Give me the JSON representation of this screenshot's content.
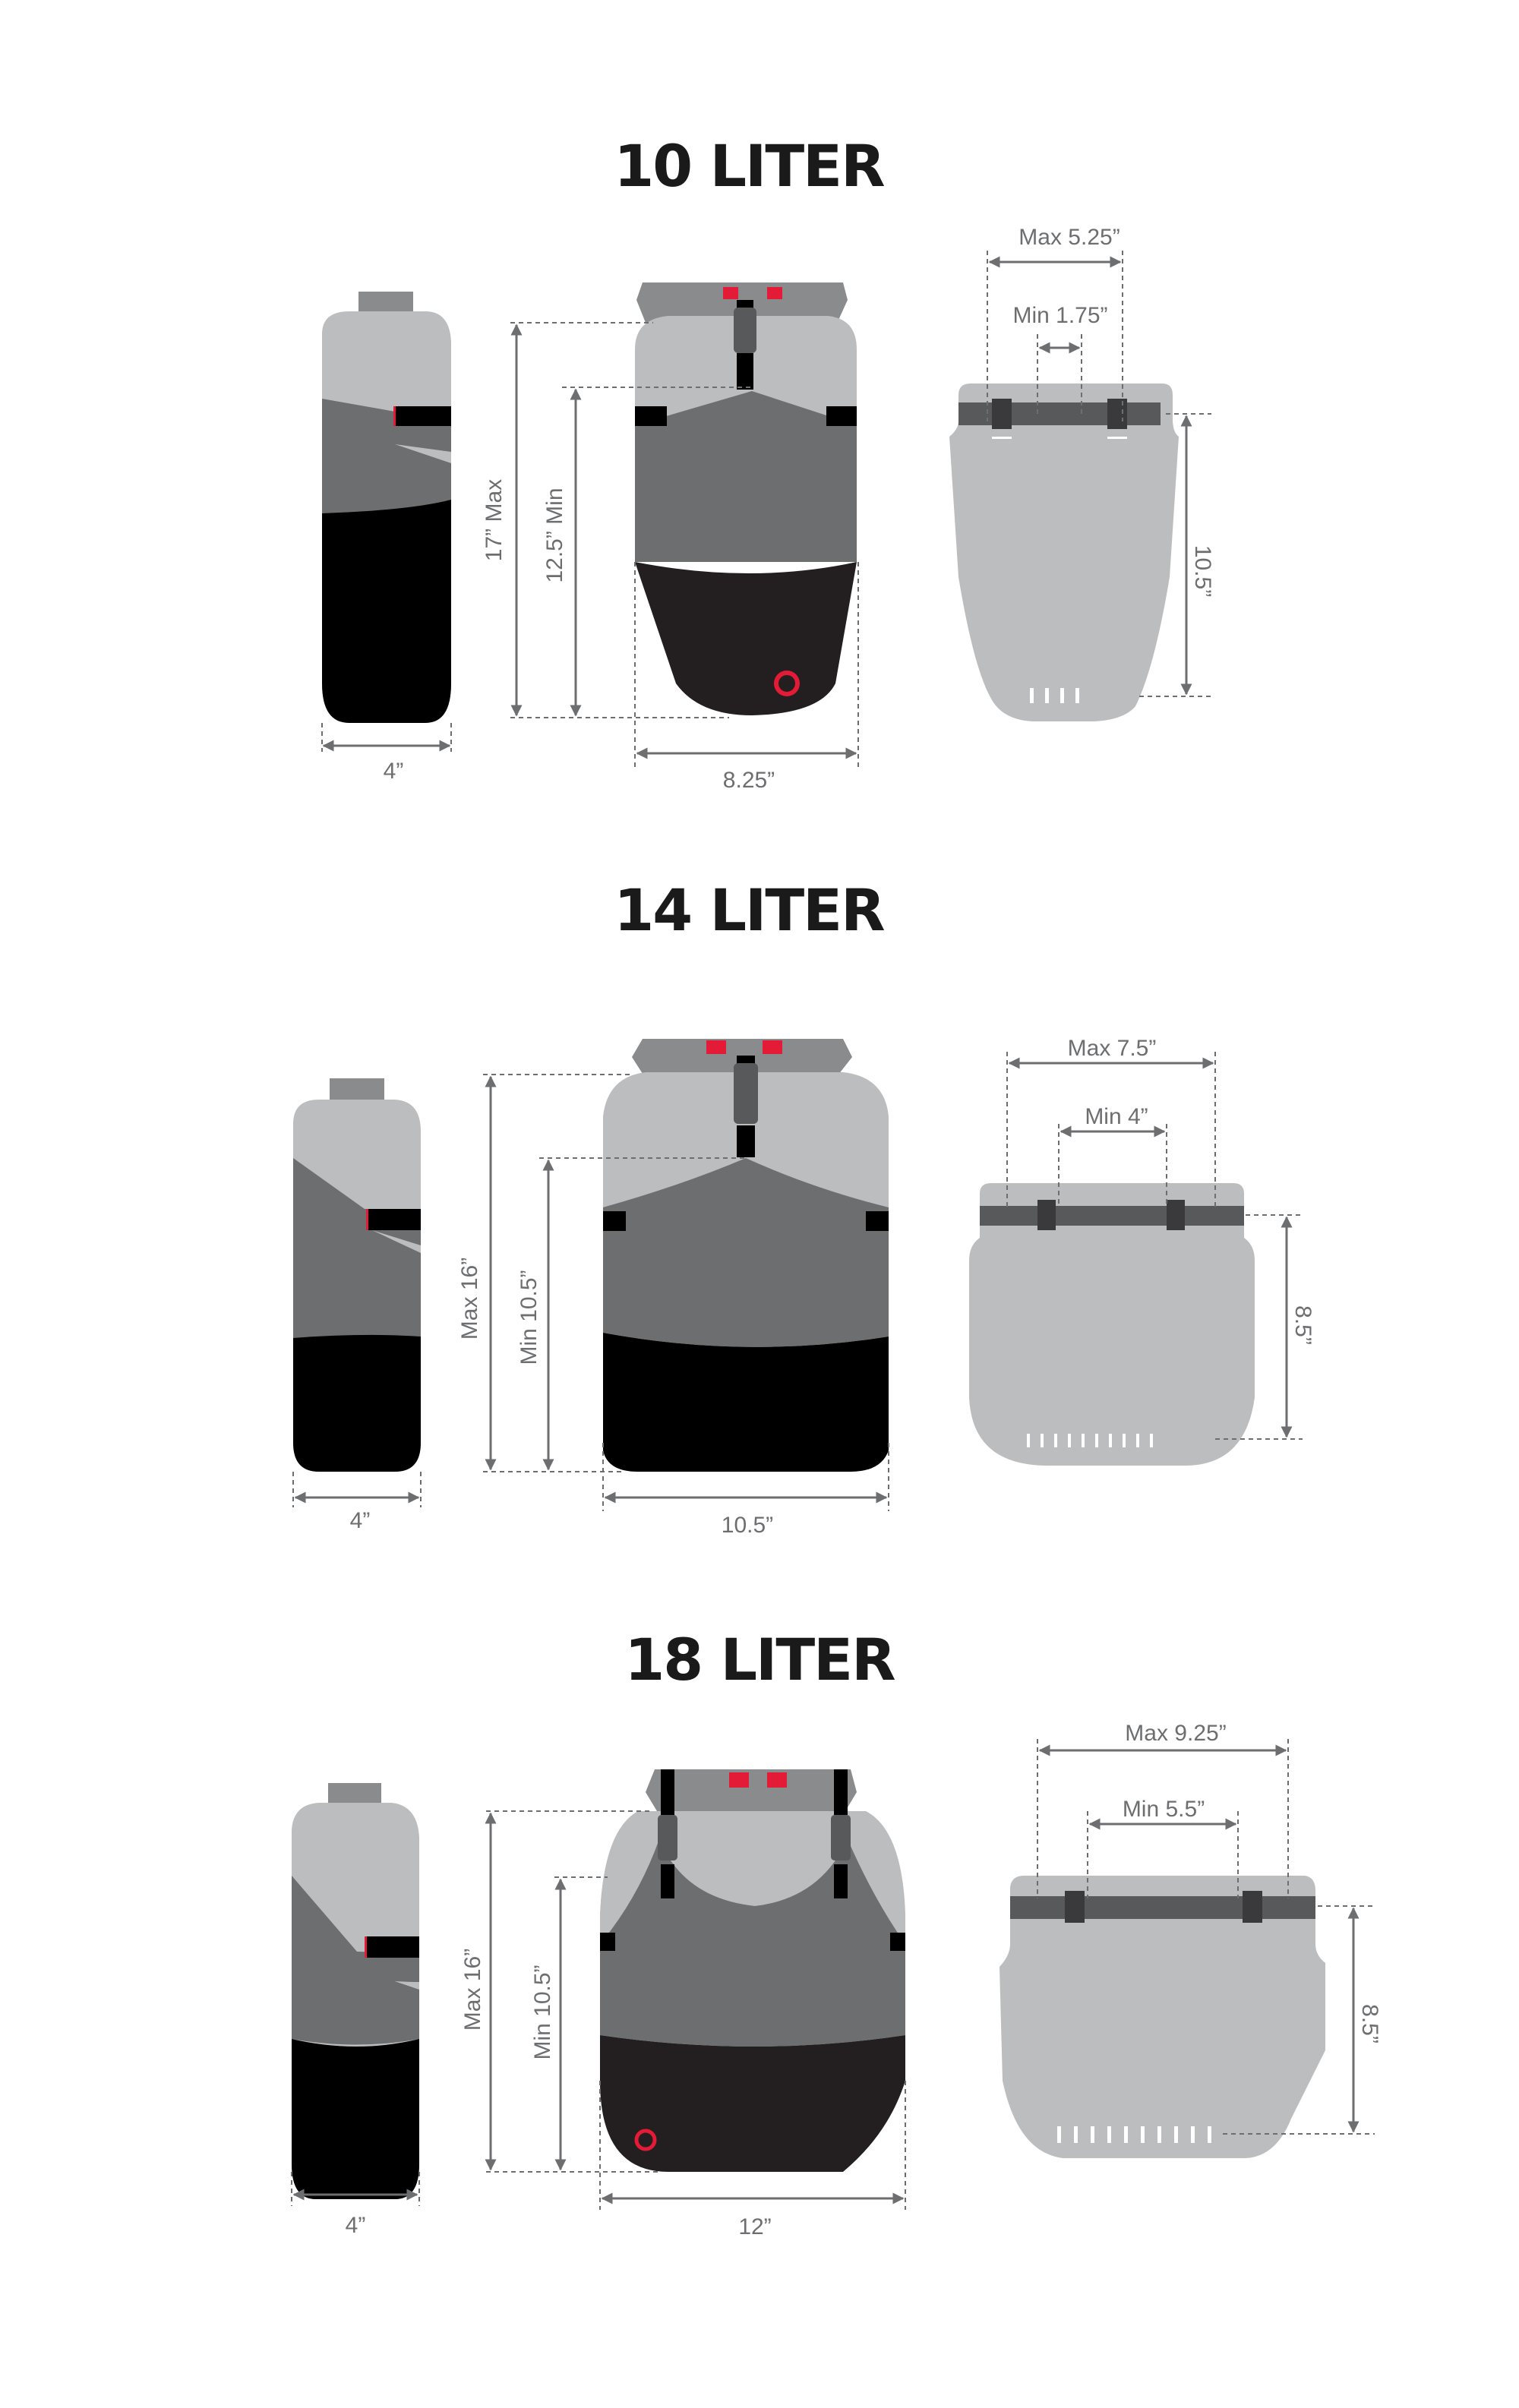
{
  "sections": [
    {
      "title": "10 LITER",
      "side_width": "4”",
      "front_max": "17” Max",
      "front_min": "12.5” Min",
      "front_width": "8.25”",
      "back_max": "Max 5.25”",
      "back_min": "Min 1.75”",
      "back_height": "10.5”"
    },
    {
      "title": "14 LITER",
      "side_width": "4”",
      "front_max": "Max 16”",
      "front_min": "Min 10.5”",
      "front_width": "10.5”",
      "back_max": "Max 7.5”",
      "back_min": "Min 4”",
      "back_height": "8.5”"
    },
    {
      "title": "18 LITER",
      "side_width": "4”",
      "front_max": "Max 16”",
      "front_min": "Min 10.5”",
      "front_width": "12”",
      "back_max": "Max 9.25”",
      "back_min": "Min 5.5”",
      "back_height": "8.5”"
    }
  ],
  "colors": {
    "light": "#bcbdbf",
    "mid": "#6d6e70",
    "dark": "#231f20",
    "accent": "#e31b37"
  }
}
